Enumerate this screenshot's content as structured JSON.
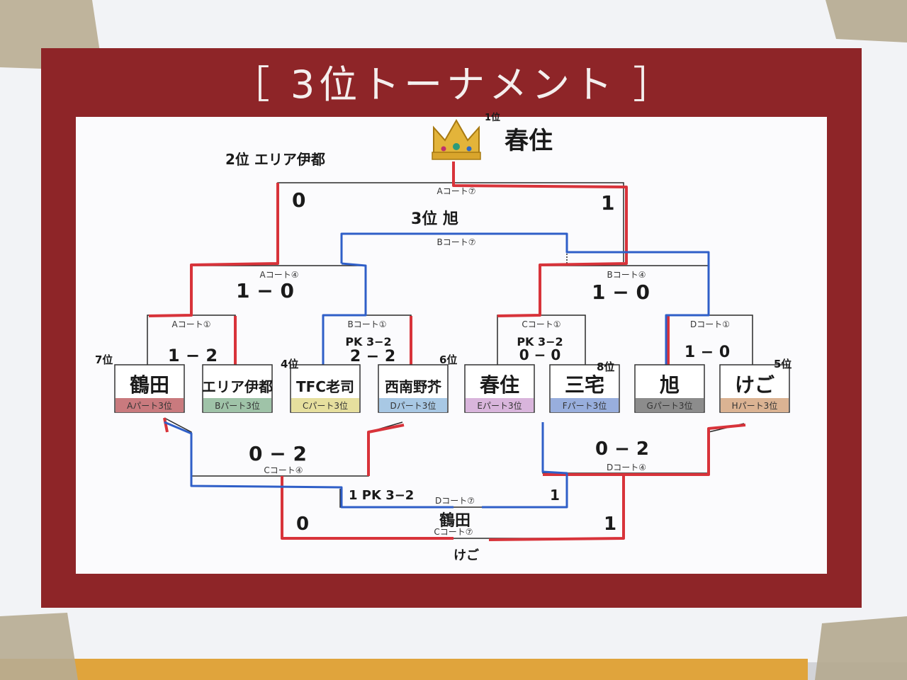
{
  "title": "［ 3位トーナメント ］",
  "champion": {
    "rank": "1位",
    "name": "春住"
  },
  "runner_up": "2位 エリア伊都",
  "third_place": "3位 旭",
  "bottom_winner": "鶴田",
  "bottom_loser": "けご",
  "courts": {
    "final": "Aコート⑦",
    "third": "Bコート⑦",
    "semi_left": "Aコート④",
    "semi_right": "Bコート④",
    "qf1": "Aコート①",
    "qf2": "Bコート①",
    "qf3": "Cコート①",
    "qf4": "Dコート①",
    "lower_left": "Cコート④",
    "lower_right": "Dコート④",
    "lower_mid": "Dコート⑦",
    "lower_final": "Cコート⑦"
  },
  "scores": {
    "final_left": "0",
    "final_right": "1",
    "semi_left": "1 − 0",
    "semi_right": "1 − 0",
    "qf1": "1 − 2",
    "qf2_pk": "PK 3−2",
    "qf2": "2 − 2",
    "qf3_pk": "PK 3−2",
    "qf3": "0 − 0",
    "qf4": "1 − 0",
    "lower_left": "0 − 2",
    "lower_right": "0 − 2",
    "lower_mid_left": "1 PK 3−2",
    "lower_mid_right": "1",
    "lower_final_left": "0",
    "lower_final_right": "1"
  },
  "teams": [
    {
      "name": "鶴田",
      "part": "Aパート3位",
      "rank": "7位",
      "color": "#c97a7e"
    },
    {
      "name": "エリア伊都",
      "part": "Bパート3位",
      "rank": "",
      "color": "#9fc3a8"
    },
    {
      "name": "TFC老司",
      "part": "Cパート3位",
      "rank": "4位",
      "color": "#e6df9e"
    },
    {
      "name": "西南野芥",
      "part": "Dパート3位",
      "rank": "6位",
      "color": "#a8c8e4"
    },
    {
      "name": "春住",
      "part": "Eパート3位",
      "rank": "",
      "color": "#d9b5dc"
    },
    {
      "name": "三宅",
      "part": "Fパート3位",
      "rank": "8位",
      "color": "#98aedd"
    },
    {
      "name": "旭",
      "part": "Gパート3位",
      "rank": "",
      "color": "#8c8c8c"
    },
    {
      "name": "けご",
      "part": "Hパート3位",
      "rank": "5位",
      "color": "#dbb393"
    }
  ],
  "colors": {
    "maroon": "#8e2528",
    "red_marker": "#d8333a",
    "blue_marker": "#2f5fc8"
  }
}
